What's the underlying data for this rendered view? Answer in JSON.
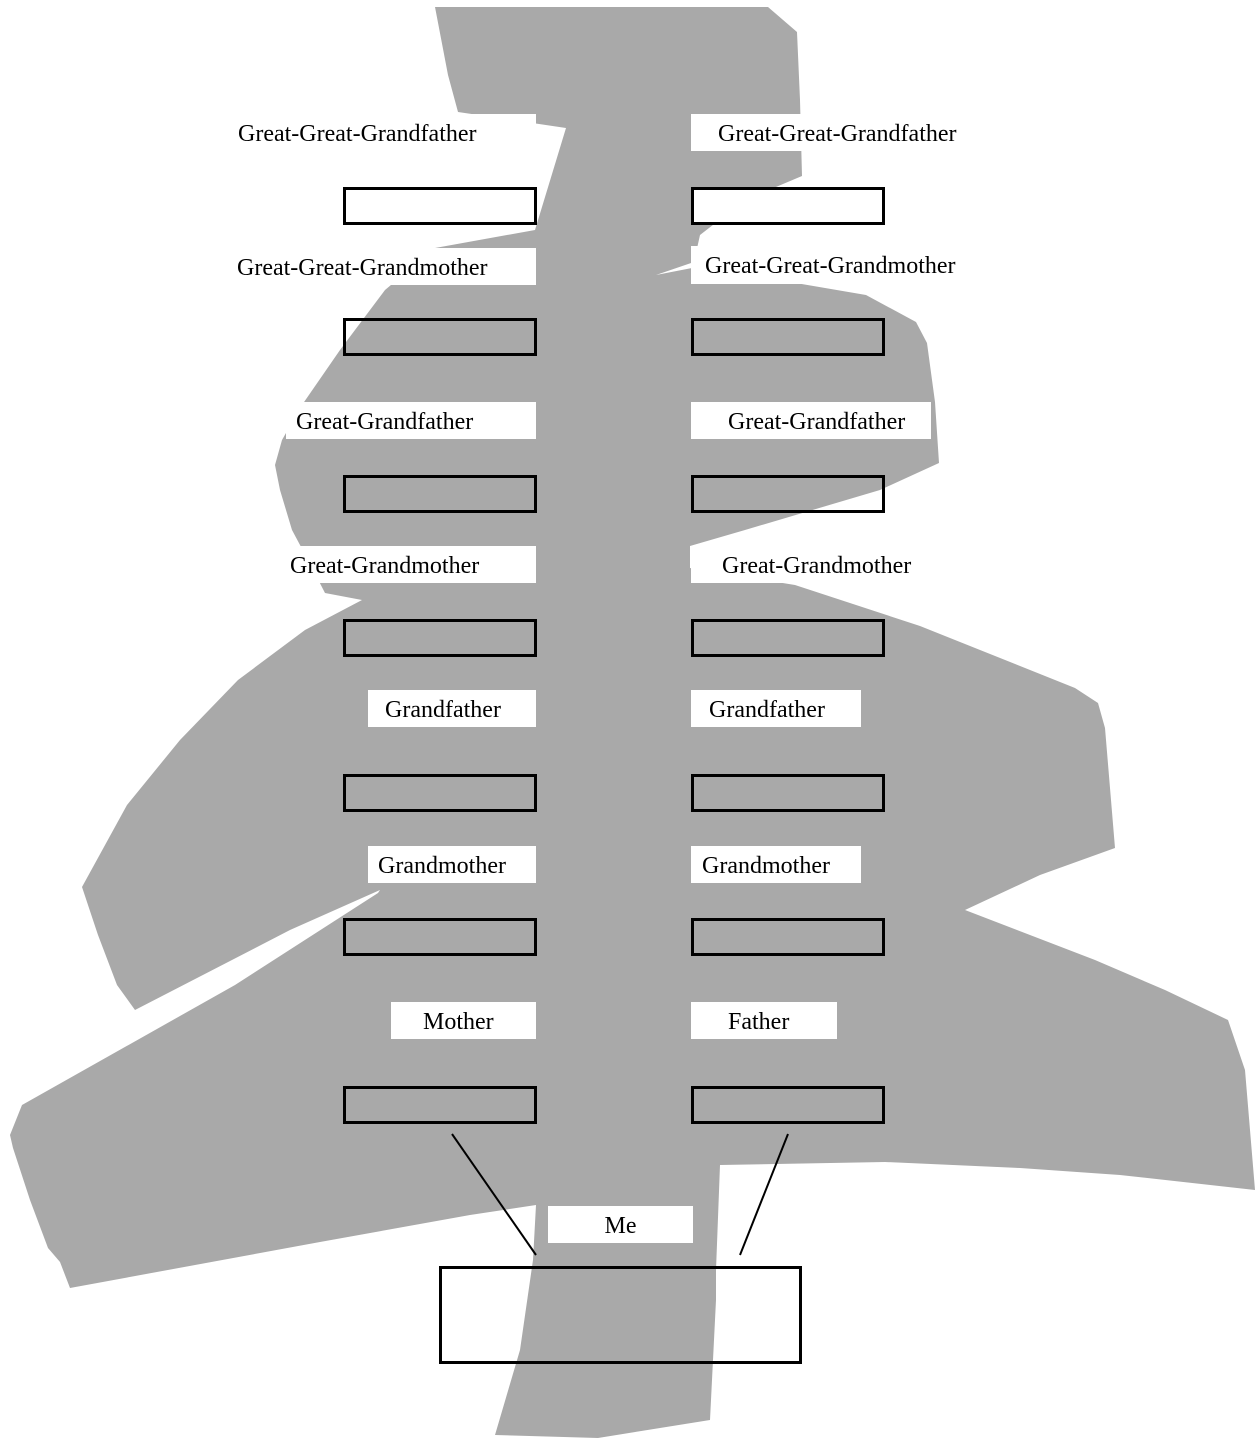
{
  "colors": {
    "background": "#ffffff",
    "tree_shape": "#a9a9a9",
    "line": "#000000",
    "label_bg": "#ffffff"
  },
  "labels": {
    "left": {
      "great_great_grandfather": "Great-Great-Grandfather",
      "great_great_grandmother": "Great-Great-Grandmother",
      "great_grandfather": "Great-Grandfather",
      "great_grandmother": "Great-Grandmother",
      "grandfather": "Grandfather",
      "grandmother": "Grandmother",
      "mother": "Mother"
    },
    "right": {
      "great_great_grandfather": "Great-Great-Grandfather",
      "great_great_grandmother": "Great-Great-Grandmother",
      "great_grandfather": "Great-Grandfather",
      "great_grandmother": "Great-Grandmother",
      "grandfather": "Grandfather",
      "grandmother": "Grandmother",
      "father": "Father"
    },
    "me": "Me"
  }
}
